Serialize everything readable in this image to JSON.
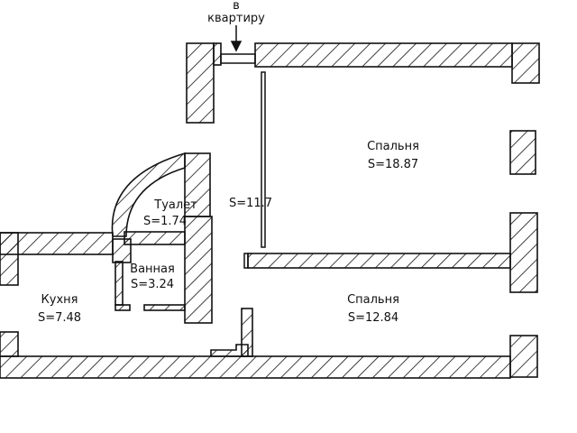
{
  "entrance": {
    "line1": "в",
    "line2": "квартиру"
  },
  "rooms": [
    {
      "id": "bedroom-large",
      "name": "Спальня",
      "area": "S=18.87"
    },
    {
      "id": "hall",
      "name": "",
      "area": "S=11.7"
    },
    {
      "id": "toilet",
      "name": "Туалет",
      "area": "S=1.74"
    },
    {
      "id": "bathroom",
      "name": "Ванная",
      "area": "S=3.24"
    },
    {
      "id": "kitchen",
      "name": "Кухня",
      "area": "S=7.48"
    },
    {
      "id": "bedroom-small",
      "name": "Спальня",
      "area": "S=12.84"
    }
  ],
  "colors": {
    "wall": "#111111",
    "hatch": "#111111",
    "background": "#ffffff"
  }
}
